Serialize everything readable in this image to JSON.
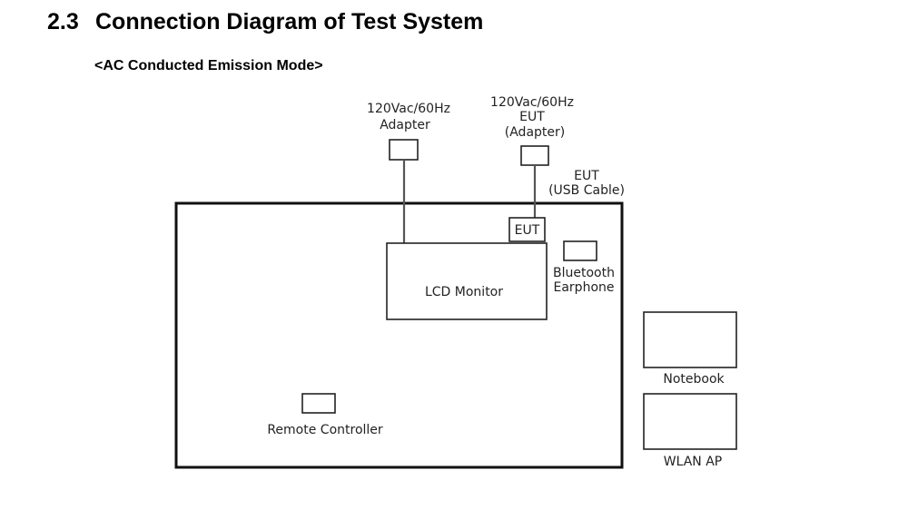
{
  "section": {
    "number": "2.3",
    "title": "Connection Diagram of Test System"
  },
  "mode_label": "<AC Conducted Emission Mode>",
  "diagram": {
    "adapter": {
      "line1": "120Vac/60Hz",
      "line2": "Adapter"
    },
    "eut_adapter": {
      "line1": "120Vac/60Hz",
      "line2": "EUT",
      "line3": "(Adapter)"
    },
    "eut_usb_cable": {
      "line1": "EUT",
      "line2": "(USB Cable)"
    },
    "eut_box_label": "EUT",
    "lcd_monitor": "LCD Monitor",
    "bluetooth": {
      "line1": "Bluetooth",
      "line2": "Earphone"
    },
    "remote_controller": "Remote Controller",
    "notebook": "Notebook",
    "wlan_ap": "WLAN AP"
  }
}
